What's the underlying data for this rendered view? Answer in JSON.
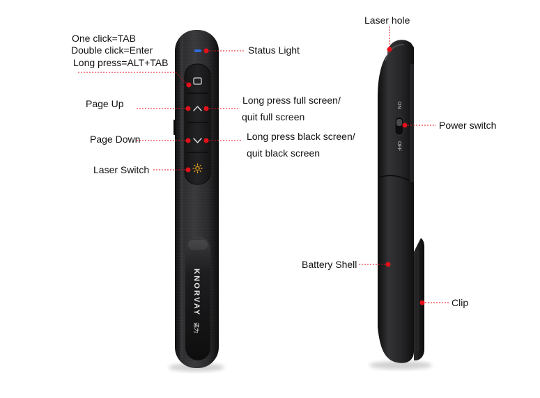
{
  "device": {
    "brand_text": "KNORVAY",
    "brand_suffix": "诺为",
    "switch_on": "ON",
    "switch_off": "OFF"
  },
  "labels": {
    "one_click": "One click=TAB",
    "double_click": "Double click=Enter",
    "long_press": "Long press=ALT+TAB",
    "page_up": "Page Up",
    "page_down": "Page Down",
    "laser_switch": "Laser Switch",
    "status_light": "Status Light",
    "full_screen_1": "Long press full screen/",
    "full_screen_2": "quit full screen",
    "black_screen_1": "Long press black screen/",
    "black_screen_2": "quit black screen",
    "laser_hole": "Laser hole",
    "power_switch": "Power switch",
    "battery_shell": "Battery Shell",
    "clip": "Clip"
  },
  "colors": {
    "accent_red": "#e3101b",
    "body_dark": "#1c1c1e",
    "status_led": "#2f6bd8",
    "laser_icon": "#f2a81d"
  }
}
